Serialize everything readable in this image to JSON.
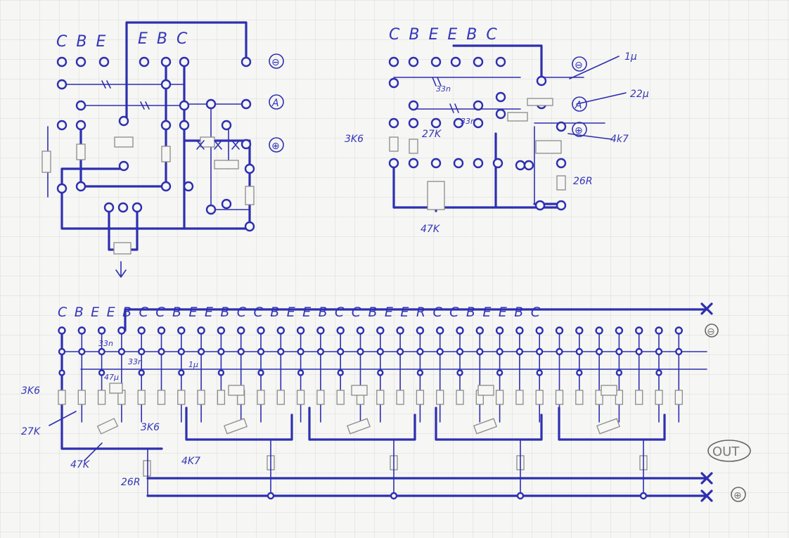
{
  "top_left": {
    "pins_left": "C B E",
    "pins_right": "E B C",
    "term_minus": "⊖",
    "term_a": "A",
    "term_plus": "⊕"
  },
  "top_right": {
    "pins": "C B E E B C",
    "label_1m": "1μ",
    "label_22m": "22μ",
    "label_4k7": "4k7",
    "label_26r": "26R",
    "label_3k6": "3K6",
    "label_27k": "27K",
    "label_47k": "47K",
    "label_33n_a": "33n",
    "label_33n_b": "33n",
    "term_minus": "⊖",
    "term_a": "A",
    "term_plus": "⊕"
  },
  "bottom": {
    "pins": "C B E E B C C B E E B C C B E E B C C B E E R C C B E E B C",
    "label_33n_a": "33n",
    "label_33n_b": "33n",
    "label_1m": "1μ",
    "label_47m": "47μ",
    "label_3k6_left": "3K6",
    "label_27k": "27K",
    "label_47k": "47K",
    "label_3k6_mid": "3K6",
    "label_4k7": "4K7",
    "label_26r": "26R",
    "label_out": "OUT",
    "term_minus": "⊖",
    "term_plus": "⊕"
  },
  "colors": {
    "ink": "#2d2fb0",
    "grid": "#d6d6d6",
    "pencil": "#8a8a8a"
  }
}
